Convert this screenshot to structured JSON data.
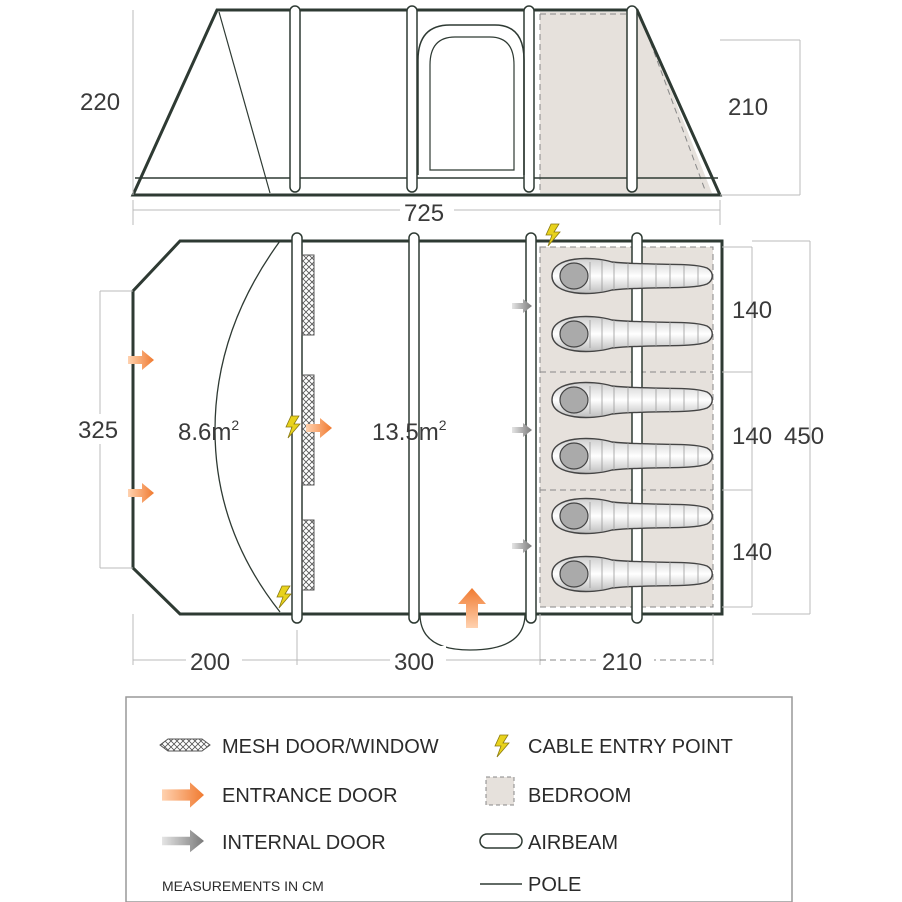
{
  "elevation": {
    "height_left": "220",
    "height_right": "210",
    "length": "725"
  },
  "plan": {
    "width": "325",
    "depth": "450",
    "area_porch": "8.6m",
    "area_living": "13.5m",
    "area_sup": "2",
    "bay_1": "140",
    "bay_2": "140",
    "bay_3": "140",
    "len_porch": "200",
    "len_living": "300",
    "len_bedroom": "210"
  },
  "legend": {
    "mesh": "MESH DOOR/WINDOW",
    "entrance": "ENTRANCE DOOR",
    "internal": "INTERNAL DOOR",
    "cable": "CABLE ENTRY POINT",
    "bedroom": "BEDROOM",
    "airbeam": "AIRBEAM",
    "pole": "POLE",
    "units": "MEASUREMENTS IN CM"
  },
  "colors": {
    "outline": "#2e3a33",
    "entrance_arrow": "#f0894a",
    "internal_arrow": "#8a8a8a",
    "cable_bolt": "#e8d21c",
    "bedroom_fill": "#e6e1dc"
  }
}
